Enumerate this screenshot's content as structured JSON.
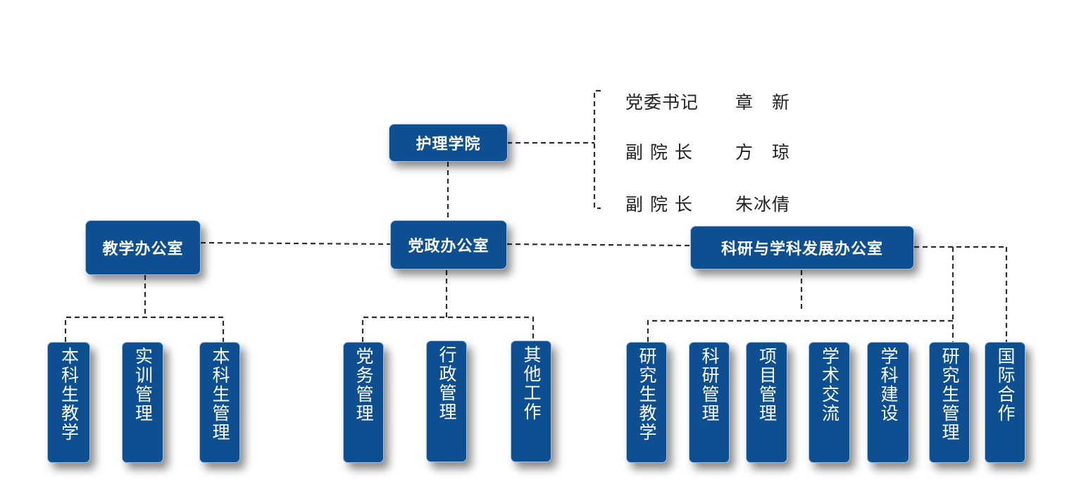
{
  "root": {
    "label": "护理学院"
  },
  "leaders": [
    {
      "role": "党委书记",
      "name": "章　新"
    },
    {
      "role": "副 院 长",
      "name": "方　琼"
    },
    {
      "role": "副 院 长",
      "name": "朱冰倩"
    }
  ],
  "offices": {
    "teaching": {
      "label": "教学办公室",
      "children": [
        "本科生教学",
        "实训管理",
        "本科生管理"
      ]
    },
    "admin": {
      "label": "党政办公室",
      "children": [
        "党务管理",
        "行政管理",
        "其他工作"
      ]
    },
    "research": {
      "label": "科研与学科发展办公室",
      "children": [
        "研究生教学",
        "科研管理",
        "项目管理",
        "学术交流",
        "学科建设",
        "研究生管理",
        "国际合作"
      ]
    }
  }
}
